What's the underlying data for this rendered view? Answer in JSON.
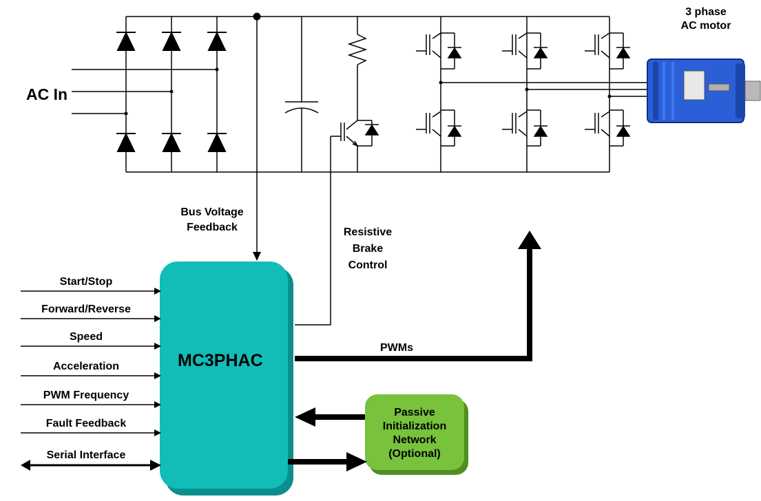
{
  "labels": {
    "ac_in": "AC In",
    "motor_line1": "3 phase",
    "motor_line2": "AC motor",
    "bus_voltage_line1": "Bus Voltage",
    "bus_voltage_line2": "Feedback",
    "brake_line1": "Resistive",
    "brake_line2": "Brake",
    "brake_line3": "Control",
    "pwms": "PWMs",
    "chip": "MC3PHAC",
    "passive_line1": "Passive",
    "passive_line2": "Initialization",
    "passive_line3": "Network",
    "passive_line4": "(Optional)"
  },
  "inputs": [
    "Start/Stop",
    "Forward/Reverse",
    "Speed",
    "Acceleration",
    "PWM Frequency",
    "Fault Feedback",
    "Serial Interface"
  ],
  "colors": {
    "chip": "#12bdb8",
    "chip_shadow": "#0a8f8c",
    "passive": "#78c23c",
    "passive_shadow": "#4f8f22",
    "motor": "#2a5fd8"
  }
}
